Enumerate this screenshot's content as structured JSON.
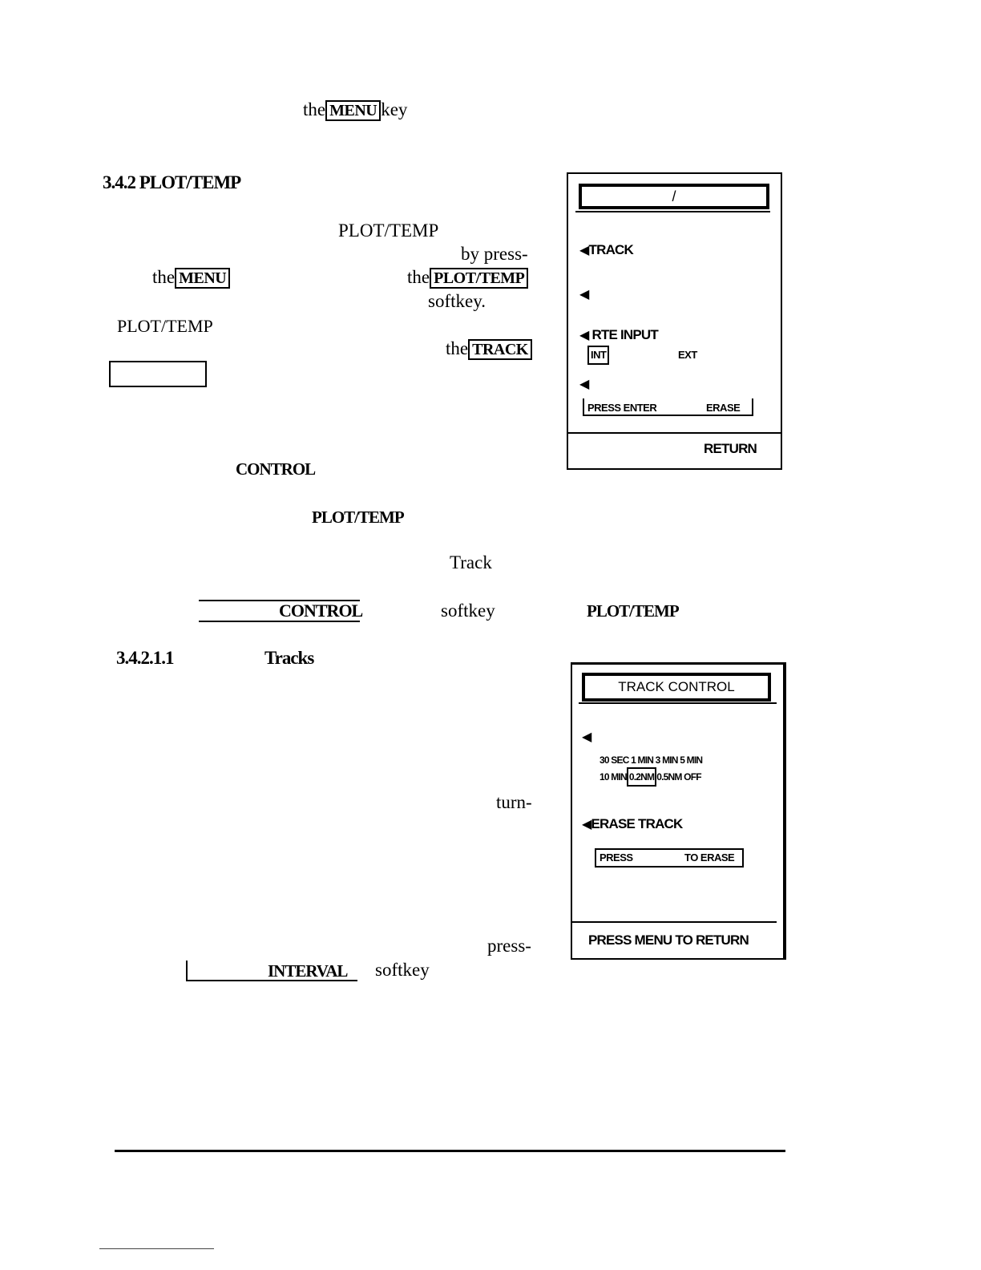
{
  "text": {
    "line1_pre": "the",
    "line1_key": "MENU",
    "line1_post": "key",
    "section_number": "3.4.2",
    "section_title": "PLOT/TEMP",
    "p1_plot_temp": "PLOT/TEMP",
    "p1_bypress": "by press-",
    "p1_the1": "the",
    "p1_key_menu": "MENU",
    "p1_the2": "the",
    "p1_key_plot": "PLOT/TEMP",
    "p1_softkey": "softkey.",
    "p2_plot_temp": "PLOT/TEMP",
    "p2_the": "the",
    "p2_key_track": "TRACK",
    "control_1": "CONTROL",
    "plot_temp_2": "PLOT/TEMP",
    "track_word": "Track",
    "control_2": "CONTROL",
    "softkey_2": "softkey",
    "plot_temp_3": "PLOT/TEMP",
    "subsection_number": "3.4.2.1.1",
    "subsection_title": "Tracks",
    "turn": "turn-",
    "press": "press-",
    "interval": "INTERVAL",
    "softkey_3": "softkey"
  },
  "screen1": {
    "title": "/",
    "item_track": "TRACK",
    "item_rte": "RTE INPUT",
    "opt_int": "INT",
    "opt_ext": "EXT",
    "press_enter": "PRESS ENTER",
    "erase": "ERASE",
    "return": "RETURN"
  },
  "screen2": {
    "title": "TRACK CONTROL",
    "intervals_row1": [
      "30 SEC",
      "1 MIN",
      "3 MIN",
      "5 MIN"
    ],
    "intervals_row2_a": "10 MIN",
    "intervals_selected": "0.2NM",
    "intervals_row2_b": "0.5NM",
    "intervals_row2_c": "OFF",
    "erase_track": "ERASE TRACK",
    "press": "PRESS",
    "to_erase": "TO ERASE",
    "footer": "PRESS MENU TO RETURN"
  }
}
